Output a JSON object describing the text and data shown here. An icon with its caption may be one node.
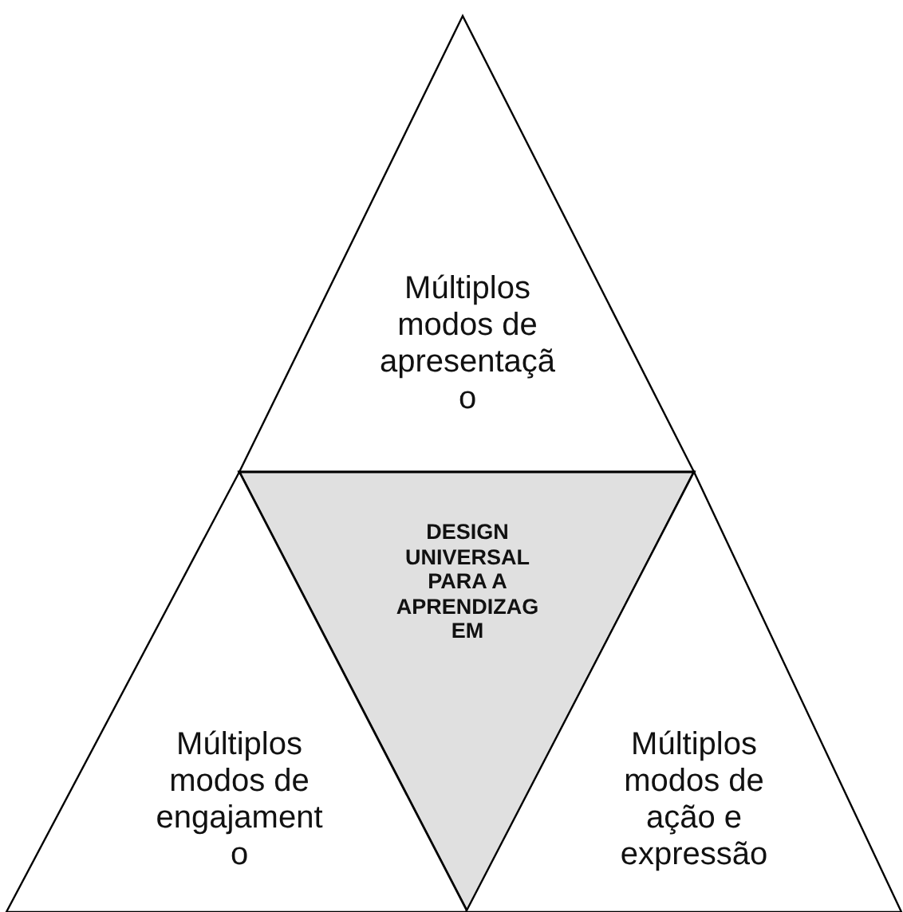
{
  "diagram": {
    "nodes": [
      {
        "text": [
          "Múltiplos modos de apresentação"
        ]
      },
      {
        "text": [
          "DESIGN UNIVERSAL PARA A APRENDIZAGEM"
        ]
      },
      {
        "text": [
          "Múltiplos modos de engajamento"
        ]
      },
      {
        "text": [
          "Múltiplos modos de ação e expressão"
        ]
      }
    ]
  }
}
